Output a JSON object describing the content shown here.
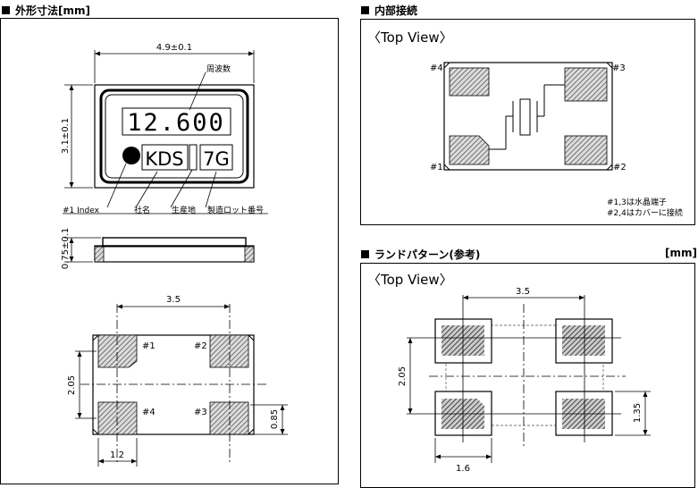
{
  "headers": {
    "outline": "外形寸法[mm]",
    "internal": "内部接続",
    "land": "ランドパターン(参考)",
    "land_unit": "[mm]"
  },
  "outline": {
    "width": "4.9±0.1",
    "height": "3.1±0.1",
    "thickness": "0.75±0.1",
    "marking_freq": "12.600",
    "marking_maker": "KDS",
    "marking_lot": "7G",
    "label_frequency": "周波数",
    "label_index": "#1 Index",
    "label_company": "社名",
    "label_origin": "生産地",
    "label_lot": "製造ロット番号",
    "pad_pitch": "3.5",
    "pad_vertical": "2.05",
    "pad_width": "1.2",
    "pad_height": "0.85",
    "pins": [
      "#1",
      "#2",
      "#4",
      "#3"
    ]
  },
  "internal": {
    "view": "〈Top View〉",
    "pins": [
      "#4",
      "#3",
      "#1",
      "#2"
    ],
    "note1": "#1,3は水晶端子",
    "note2": "#2,4はカバーに接続"
  },
  "land": {
    "view": "〈Top View〉",
    "pitch": "3.5",
    "vertical": "2.05",
    "pad_height": "1.35",
    "pad_width": "1.6"
  }
}
